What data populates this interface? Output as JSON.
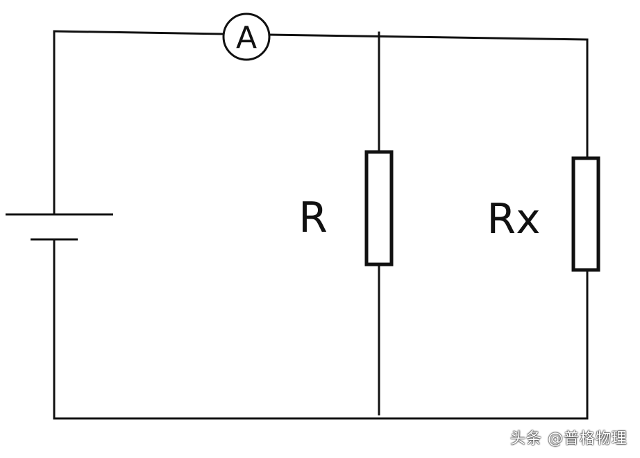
{
  "diagram": {
    "ammeter_symbol": "A",
    "resistor_left_label": "R",
    "resistor_right_label": "Rx"
  },
  "watermark": {
    "text": "头条 @普格物理"
  },
  "colors": {
    "line": "#111111",
    "background": "#ffffff"
  }
}
